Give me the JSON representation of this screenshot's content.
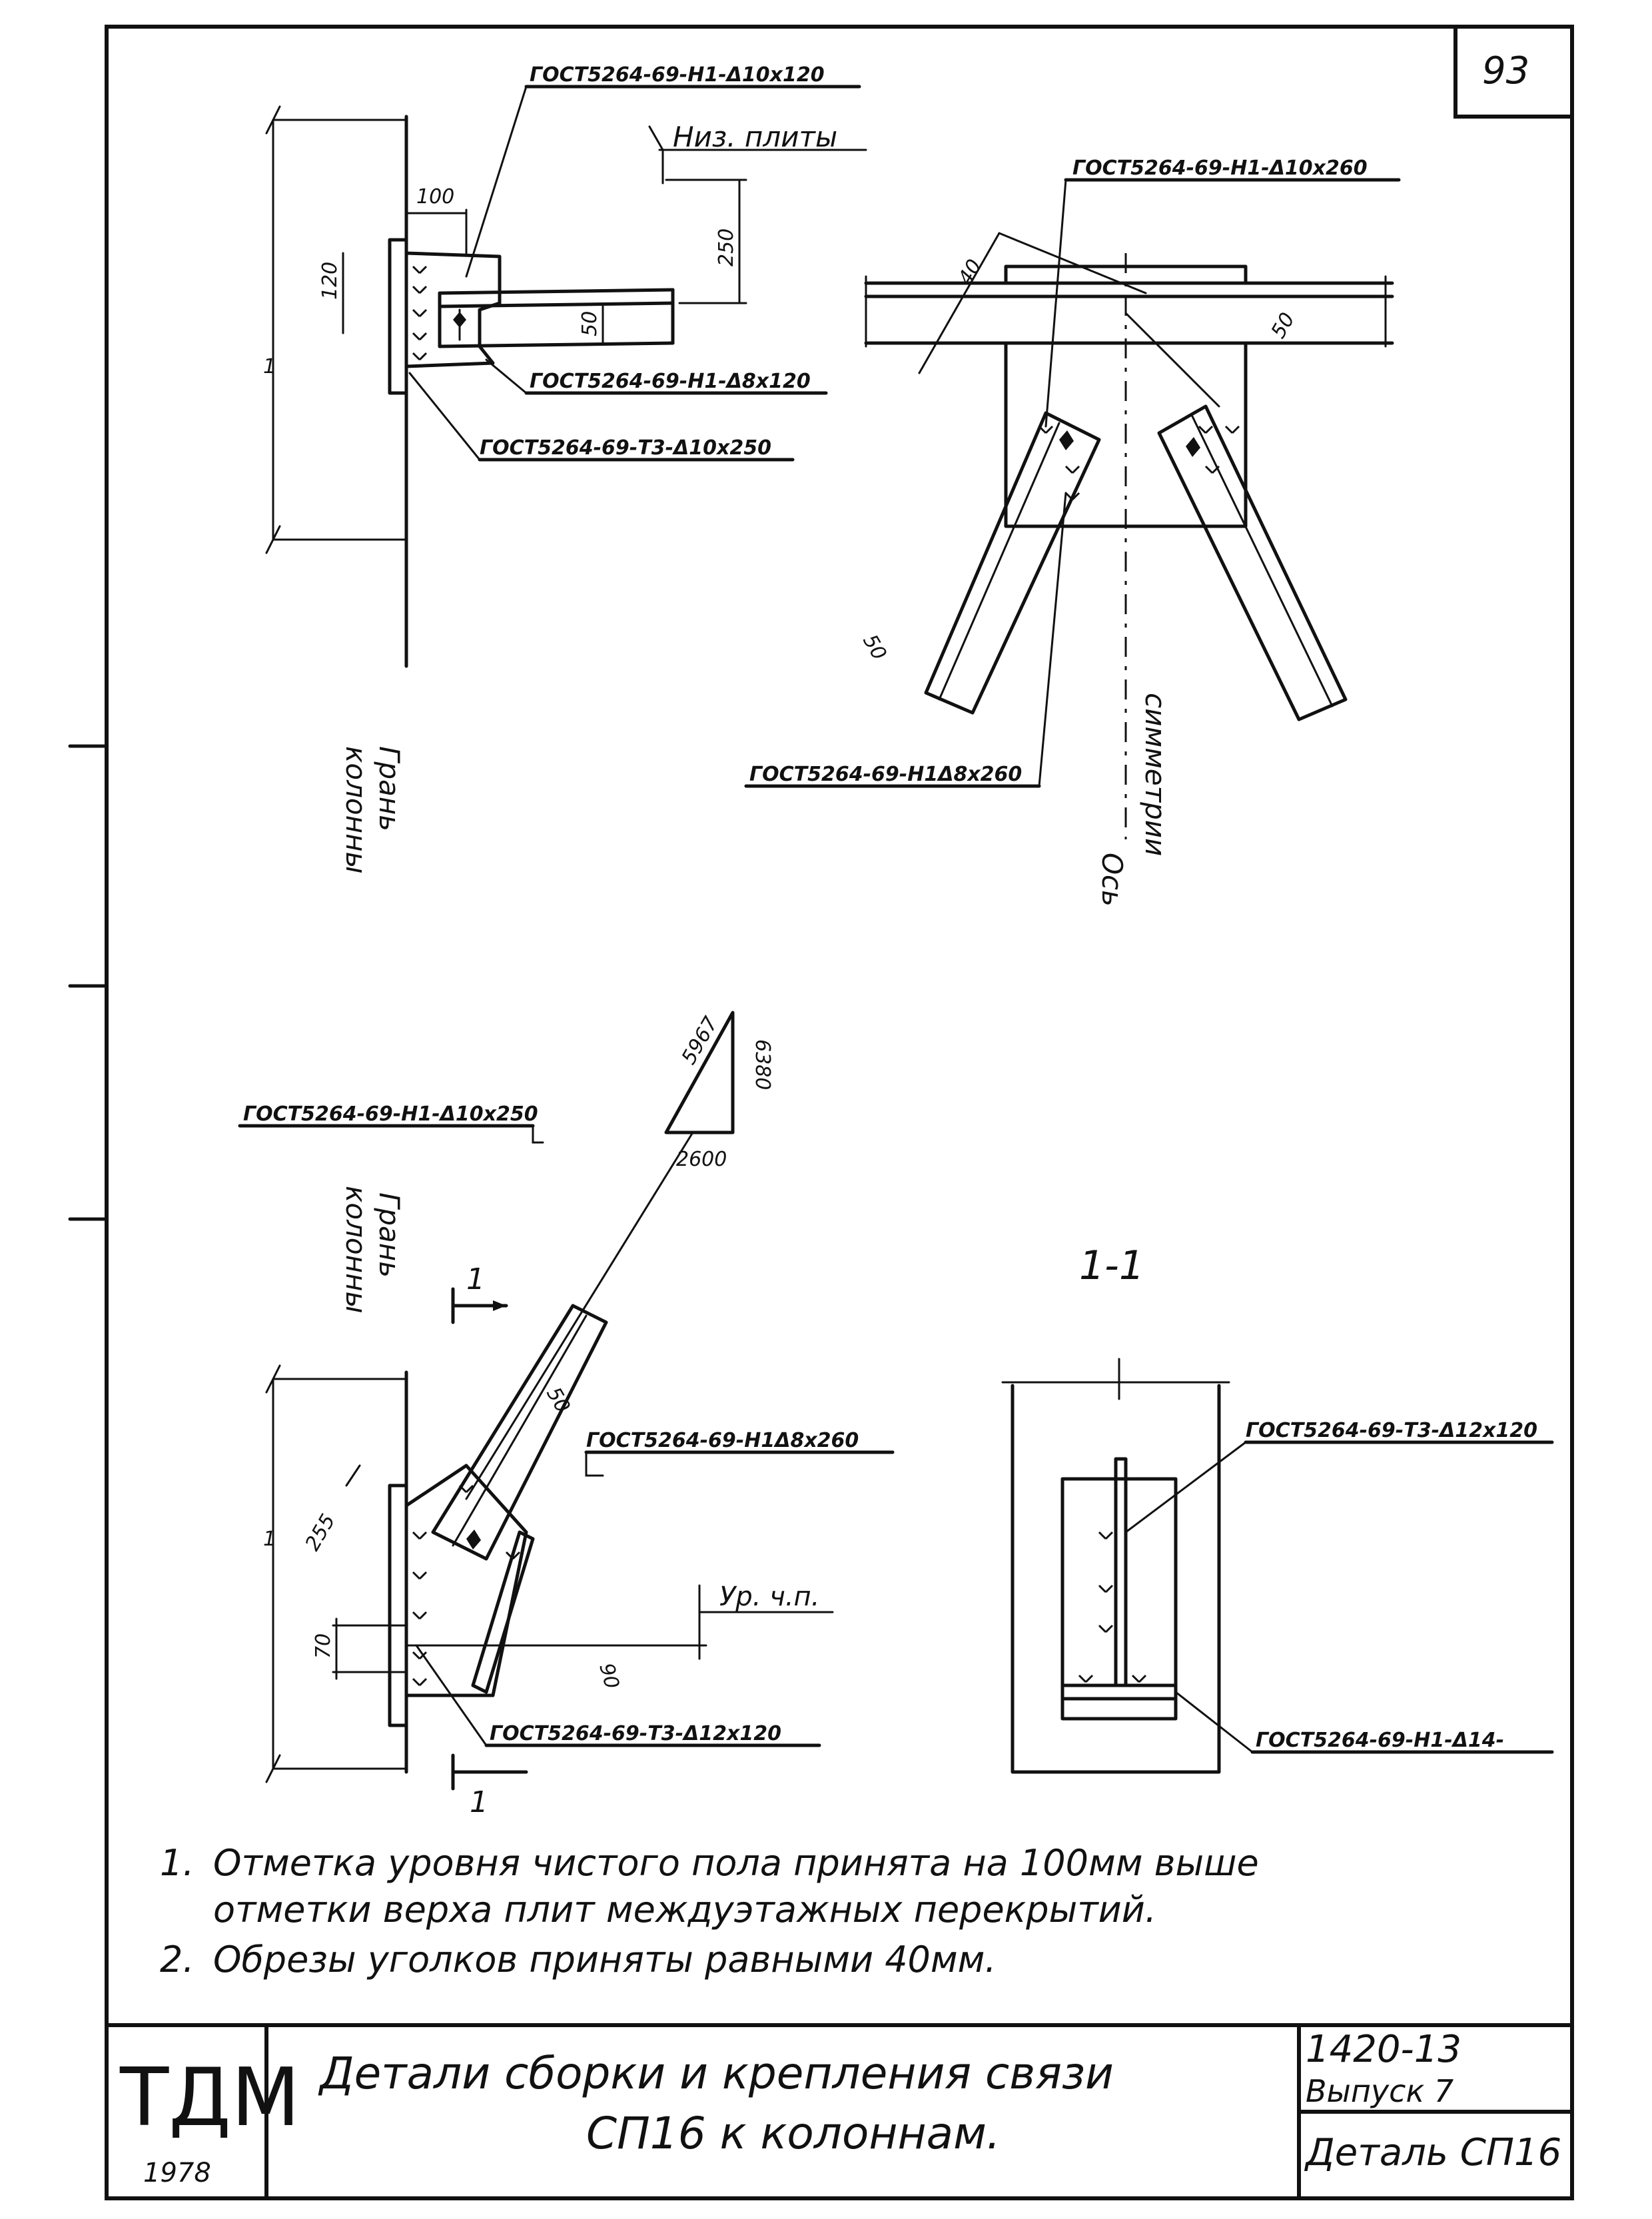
{
  "sheet": {
    "page_number": "93",
    "stamp": "ТДМ",
    "year": "1978"
  },
  "detail_top_left": {
    "callouts": {
      "weld_top": "ГОСТ5264-69-Н1-Δ10х120",
      "weld_mid": "ГОСТ5264-69-Н1-Δ8х120",
      "weld_low": "ГОСТ5264-69-Т3-Δ10х250"
    },
    "level_label": "Низ. плиты",
    "dims": {
      "w100": "100",
      "h120": "120",
      "h250": "250",
      "w50": "50",
      "h1": "1"
    },
    "edge_label_1": "Грань",
    "edge_label_2": "колонны"
  },
  "detail_top_right": {
    "callouts": {
      "weld_top": "ГОСТ5264-69-Н1-Δ10х260",
      "weld_bottom": "ГОСТ5264-69-Н1Δ8х260"
    },
    "dims": {
      "d40": "40",
      "d50_right": "50",
      "d50_left": "50"
    },
    "axis_label_1": "Ось",
    "axis_label_2": "симметрии"
  },
  "detail_bottom_left": {
    "callouts": {
      "weld_top": "ГОСТ5264-69-Н1-Δ10х250",
      "weld_mid": "ГОСТ5264-69-Н1Δ8х260",
      "weld_low": "ГОСТ5264-69-Т3-Δ12х120"
    },
    "slope": {
      "hyp": "5967",
      "vert": "6380",
      "horiz": "2600"
    },
    "dims": {
      "d255": "255",
      "d70": "70",
      "d50": "50",
      "d90": "90",
      "h1": "1"
    },
    "level_label": "Ур. ч.п.",
    "section_mark": "1",
    "edge_label_1": "Грань",
    "edge_label_2": "колонны"
  },
  "section_1_1": {
    "label": "1-1",
    "callouts": {
      "weld_top": "ГОСТ5264-69-Т3-Δ12х120",
      "weld_bottom": "ГОСТ5264-69-Н1-Δ14-"
    }
  },
  "notes": [
    {
      "num": "1.",
      "line1": "Отметка уровня чистого пола принята на 100мм выше",
      "line2": "отметки верха плит междуэтажных перекрытий."
    },
    {
      "num": "2.",
      "line1": "Обрезы уголков приняты равными 40мм.",
      "line2": ""
    }
  ],
  "title_block": {
    "title_line1": "Детали сборки и крепления связи",
    "title_line2": "СП16  к  колоннам.",
    "code": "1420-13",
    "issue": "Выпуск  7",
    "detail": "Деталь СП16"
  }
}
